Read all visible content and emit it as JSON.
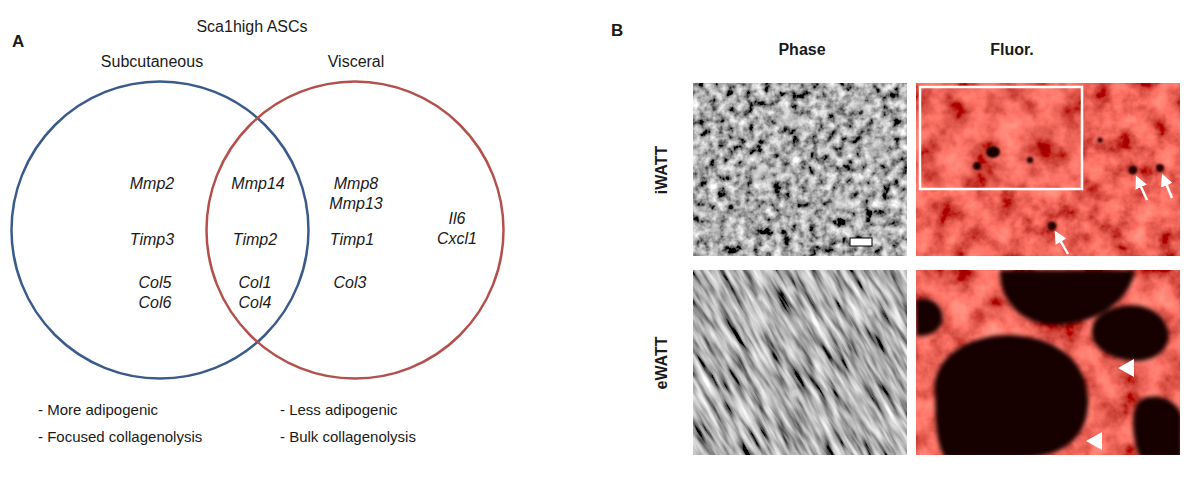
{
  "diagram": {
    "title": "Sca1high ASCs",
    "nodes": [
      {
        "text": [
          "Subcutaneous",
          "Mmp2",
          "Timp3",
          "Col5 Col6"
        ]
      },
      {
        "text": [
          "Visceral",
          "Mmp8 Mmp13",
          "Timp1",
          "Col3",
          "Il6 Cxcl1"
        ]
      }
    ],
    "labels": [
      "A",
      "Mmp14",
      "Timp2",
      "Col1 Col4",
      "- More adipogenic",
      "- Less adipogenic",
      "- Focused collagenolysis",
      "- Bulk collagenolysis",
      "B",
      "Phase",
      "Fluor.",
      "iWATT",
      "eWATT"
    ]
  }
}
